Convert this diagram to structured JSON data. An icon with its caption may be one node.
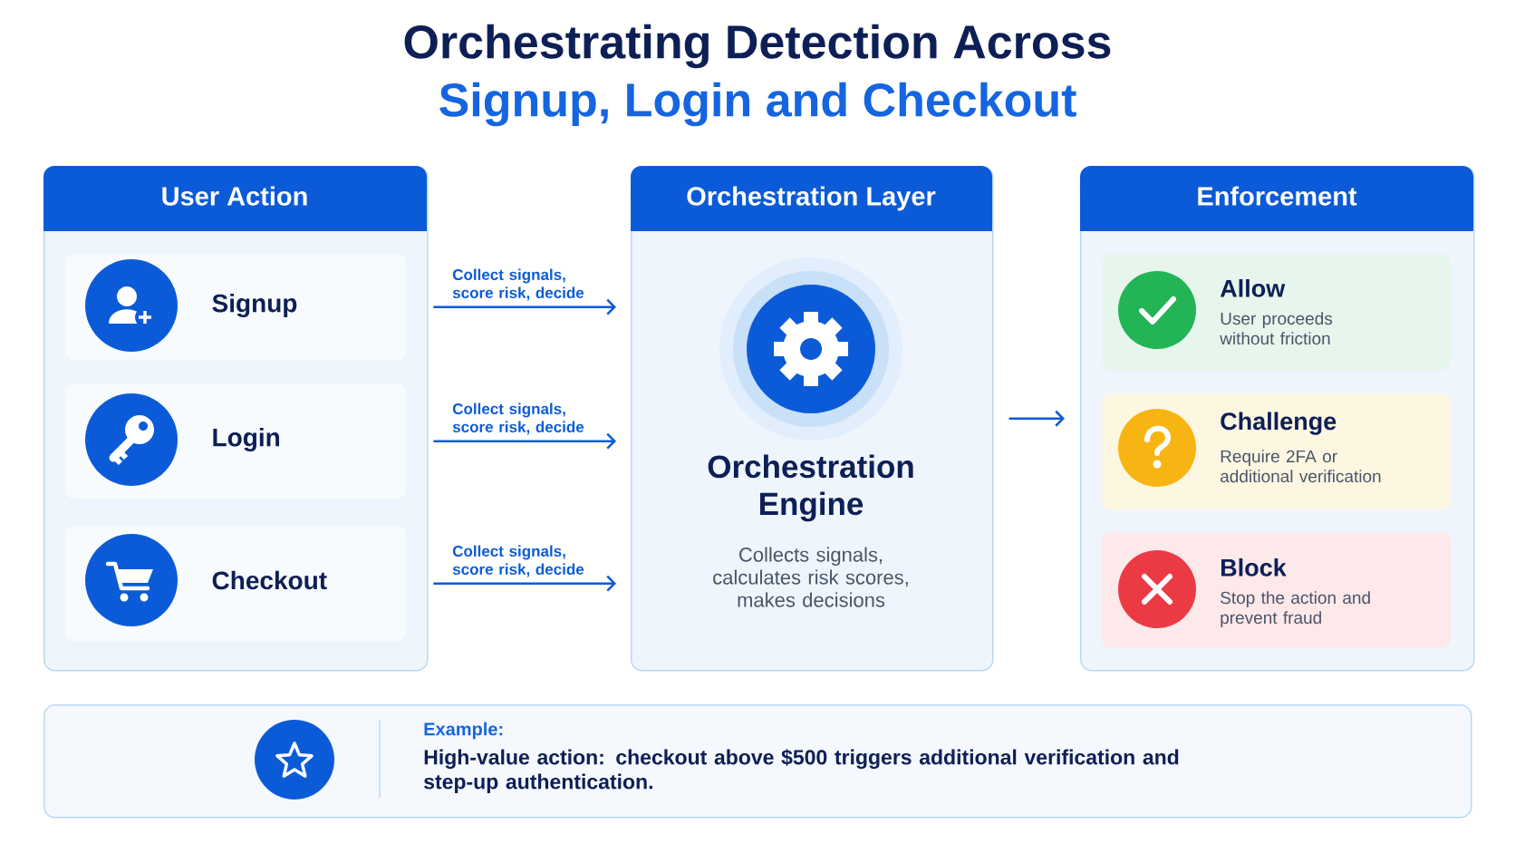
{
  "diagram": {
    "title": "Orchestrating Detection Across",
    "nodes": [
      {
        "text": [
          "User Action"
        ]
      },
      {
        "text": [
          "Signup"
        ],
        "in": 0
      },
      {
        "text": [
          "Login"
        ],
        "in": 0
      },
      {
        "text": [
          "Checkout"
        ],
        "in": 0
      },
      {
        "text": [
          "Orchestration Layer"
        ]
      },
      {
        "text": [
          "Orchestration Engine",
          "Collects signals, calculates risk scores, makes decisions"
        ],
        "in": 4
      },
      {
        "text": [
          "Enforcement"
        ]
      },
      {
        "text": [
          "Allow",
          "User proceeds without friction"
        ],
        "in": 6
      },
      {
        "text": [
          "Challenge",
          "Require 2FA or additional verification"
        ],
        "in": 6
      },
      {
        "text": [
          "Block",
          "Stop the action and prevent fraud"
        ],
        "in": 6
      },
      {
        "text": [
          "Example:",
          "High-value action: checkout above $500 triggers additional verification and step-up authentication."
        ]
      }
    ],
    "edges": [
      {
        "from": 1,
        "to": 4,
        "arrow": "to",
        "label": "Collect signals, score risk, decide"
      },
      {
        "from": 2,
        "to": 4,
        "arrow": "to",
        "label": "Collect signals, score risk, decide"
      },
      {
        "from": 3,
        "to": 4,
        "arrow": "to",
        "label": "Collect signals, score risk, decide"
      },
      {
        "from": 4,
        "to": 6,
        "arrow": "to"
      }
    ],
    "labels": [
      "Signup, Login and Checkout"
    ]
  }
}
